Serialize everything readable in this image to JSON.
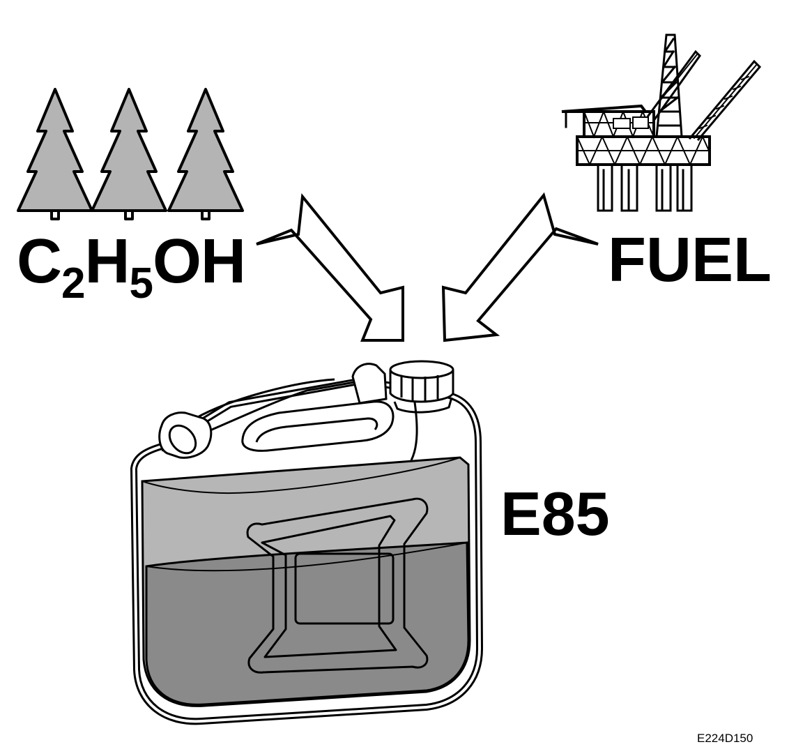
{
  "ethanol_label": {
    "c": "C",
    "c_count": "2",
    "h": "H",
    "h_count": "5",
    "oh": "OH"
  },
  "fuel_label": "FUEL",
  "blend_label": "E85",
  "figure_code": "E224D150",
  "icons": [
    "pine-tree-icon",
    "oil-platform-icon",
    "arrow-icon",
    "jerry-can-icon"
  ],
  "colors": {
    "outline": "#000000",
    "tree_fill": "#b4b4b4",
    "ethanol_layer": "#b6b6b6",
    "fuel_layer": "#8a8a8a"
  }
}
